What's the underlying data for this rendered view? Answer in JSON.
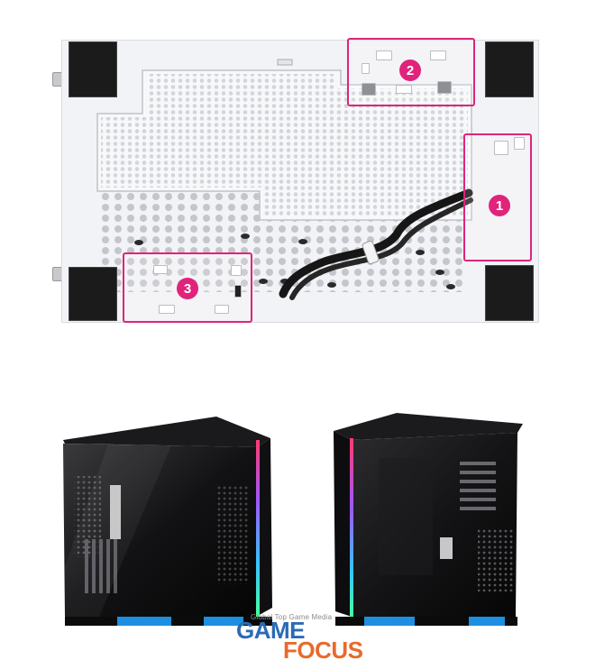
{
  "top_image": {
    "callouts": [
      {
        "number": "1"
      },
      {
        "number": "2"
      },
      {
        "number": "3"
      }
    ]
  },
  "bottom_images": {
    "watermark": {
      "tagline": "Global Top Game Media",
      "word1": "GAME",
      "word2": "FOCUS"
    }
  },
  "colors": {
    "callout_accent": "#e0237b",
    "case_white": "#f2f3f6",
    "case_black": "#111111",
    "foot_blue": "#1d8fe0",
    "brand_blue": "#2b6bb5",
    "brand_orange": "#e86a2b"
  }
}
